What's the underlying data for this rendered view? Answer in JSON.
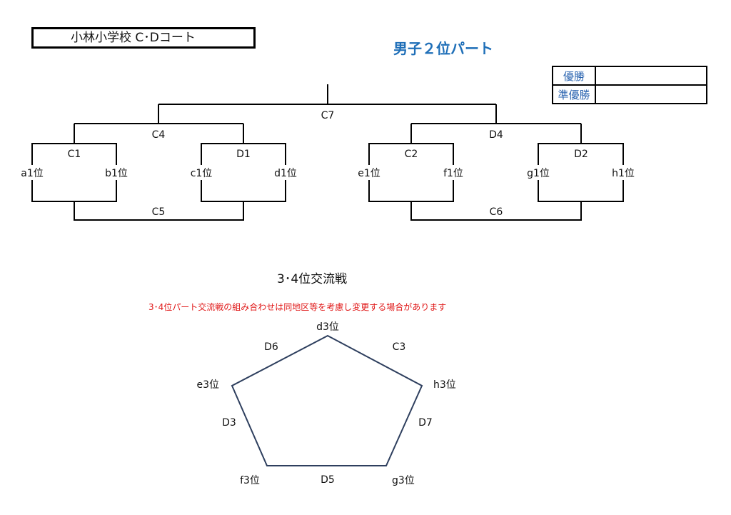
{
  "header": {
    "venue_title": "小林小学校 C･Dコート",
    "part_title": "男子２位パート"
  },
  "results": {
    "champion_label": "優勝",
    "champion_value": "",
    "runner_up_label": "準優勝",
    "runner_up_value": ""
  },
  "bracket": {
    "final": "C7",
    "left_semi": "C4",
    "right_semi": "D4",
    "left_consolation": "C5",
    "right_consolation": "C6",
    "matches": [
      "C1",
      "D1",
      "C2",
      "D2"
    ],
    "teams": [
      "a1位",
      "b1位",
      "c1位",
      "d1位",
      "e1位",
      "f1位",
      "g1位",
      "h1位"
    ]
  },
  "exchange": {
    "title": "3･4位交流戦",
    "note": "3･4位パート交流戦の組み合わせは同地区等を考慮し変更する場合があります",
    "vertices": [
      "d3位",
      "h3位",
      "g3位",
      "f3位",
      "e3位"
    ],
    "edges": [
      "C3",
      "D7",
      "D5",
      "D3",
      "D6"
    ]
  },
  "colors": {
    "accent": "#1f6fb8",
    "note": "#e01818",
    "pentagon": "#2e3f5e"
  }
}
